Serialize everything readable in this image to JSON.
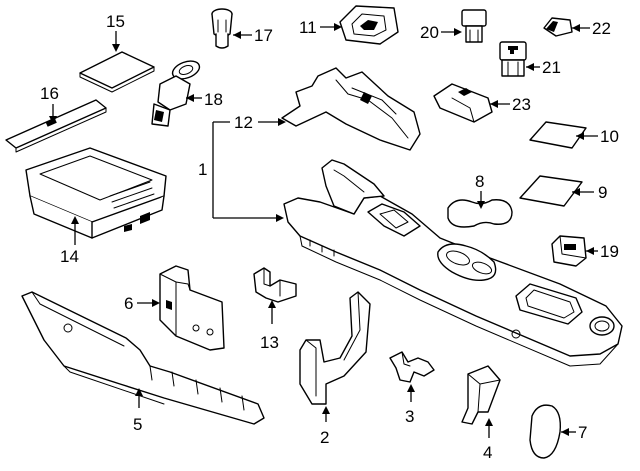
{
  "callouts": {
    "n1": "1",
    "n2": "2",
    "n3": "3",
    "n4": "4",
    "n5": "5",
    "n6": "6",
    "n7": "7",
    "n8": "8",
    "n9": "9",
    "n10": "10",
    "n11": "11",
    "n12": "12",
    "n13": "13",
    "n14": "14",
    "n15": "15",
    "n16": "16",
    "n17": "17",
    "n18": "18",
    "n19": "19",
    "n20": "20",
    "n21": "21",
    "n22": "22",
    "n23": "23"
  },
  "colors": {
    "line": "#000000",
    "background": "#ffffff"
  }
}
